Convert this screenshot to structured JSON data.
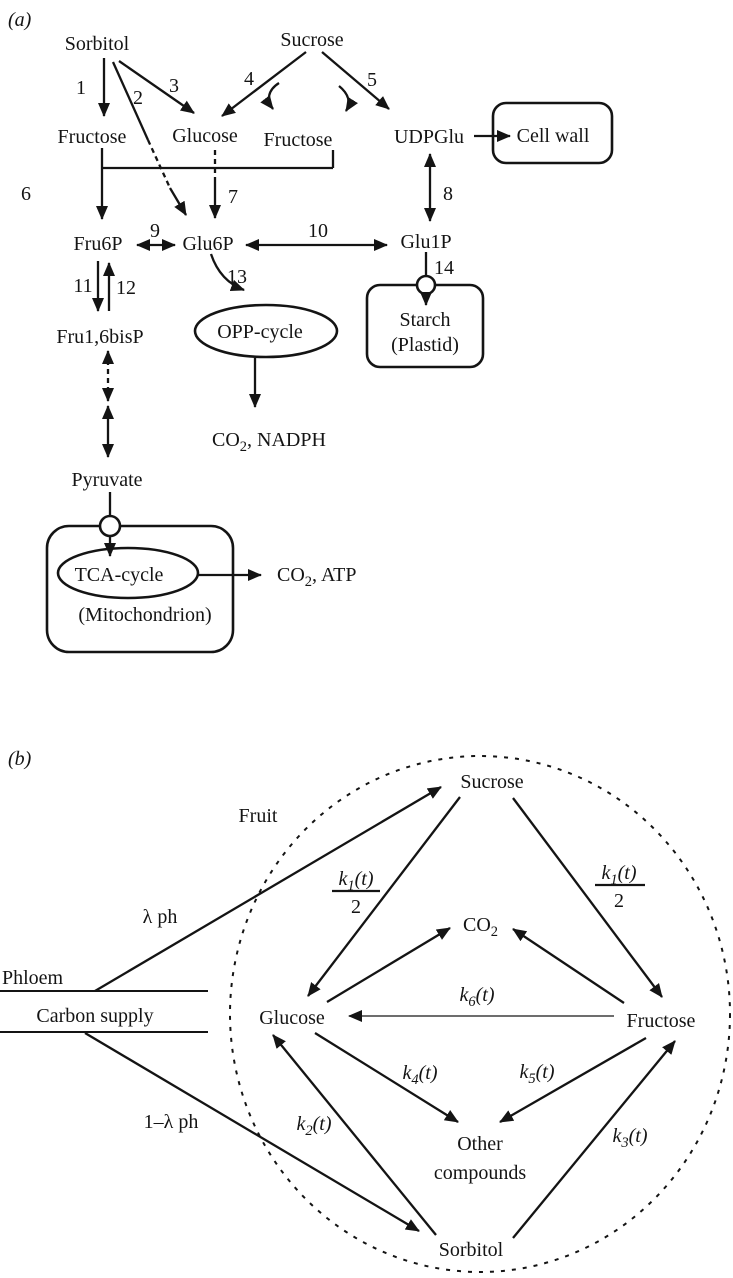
{
  "figure": {
    "panel_a": {
      "tag": "(a)",
      "nodes": {
        "sorbitol": "Sorbitol",
        "sucrose": "Sucrose",
        "fructose_left": "Fructose",
        "glucose": "Glucose",
        "fructose_mid": "Fructose",
        "udpglu": "UDPGlu",
        "cell_wall": "Cell wall",
        "fru6p": "Fru6P",
        "glu6p": "Glu6P",
        "glu1p": "Glu1P",
        "starch": "Starch",
        "plastid": "(Plastid)",
        "fru16bisp": "Fru1,6bisP",
        "opp_cycle": "OPP-cycle",
        "pyruvate": "Pyruvate",
        "tca_cycle": "TCA-cycle",
        "mitochondrion": "(Mitochondrion)",
        "co2_nadph": {
          "pre": "CO",
          "sub": "2",
          "post": ", NADPH"
        },
        "co2_atp": {
          "pre": "CO",
          "sub": "2",
          "post": ", ATP"
        }
      },
      "steps": {
        "s1": "1",
        "s2": "2",
        "s3": "3",
        "s4": "4",
        "s5": "5",
        "s6": "6",
        "s7": "7",
        "s8": "8",
        "s9": "9",
        "s10": "10",
        "s11": "11",
        "s12": "12",
        "s13": "13",
        "s14": "14"
      }
    },
    "panel_b": {
      "tag": "(b)",
      "labels": {
        "fruit": "Fruit",
        "phloem": "Phloem",
        "carbon_supply": "Carbon supply",
        "lambda_ph": "λ ph",
        "one_minus_lambda_ph": "1–λ ph"
      },
      "nodes": {
        "sucrose": "Sucrose",
        "co2": {
          "pre": "CO",
          "sub": "2"
        },
        "glucose": "Glucose",
        "fructose": "Fructose",
        "other_line1": "Other",
        "other_line2": "compounds",
        "sorbitol": "Sorbitol"
      },
      "rates": {
        "k1": {
          "k": "k",
          "sub": "1",
          "t": "(t)",
          "denominator": "2"
        },
        "k2": {
          "k": "k",
          "sub": "2",
          "t": "(t)"
        },
        "k3": {
          "k": "k",
          "sub": "3",
          "t": "(t)"
        },
        "k4": {
          "k": "k",
          "sub": "4",
          "t": "(t)"
        },
        "k5": {
          "k": "k",
          "sub": "5",
          "t": "(t)"
        },
        "k6": {
          "k": "k",
          "sub": "6",
          "t": "(t)"
        }
      }
    }
  }
}
